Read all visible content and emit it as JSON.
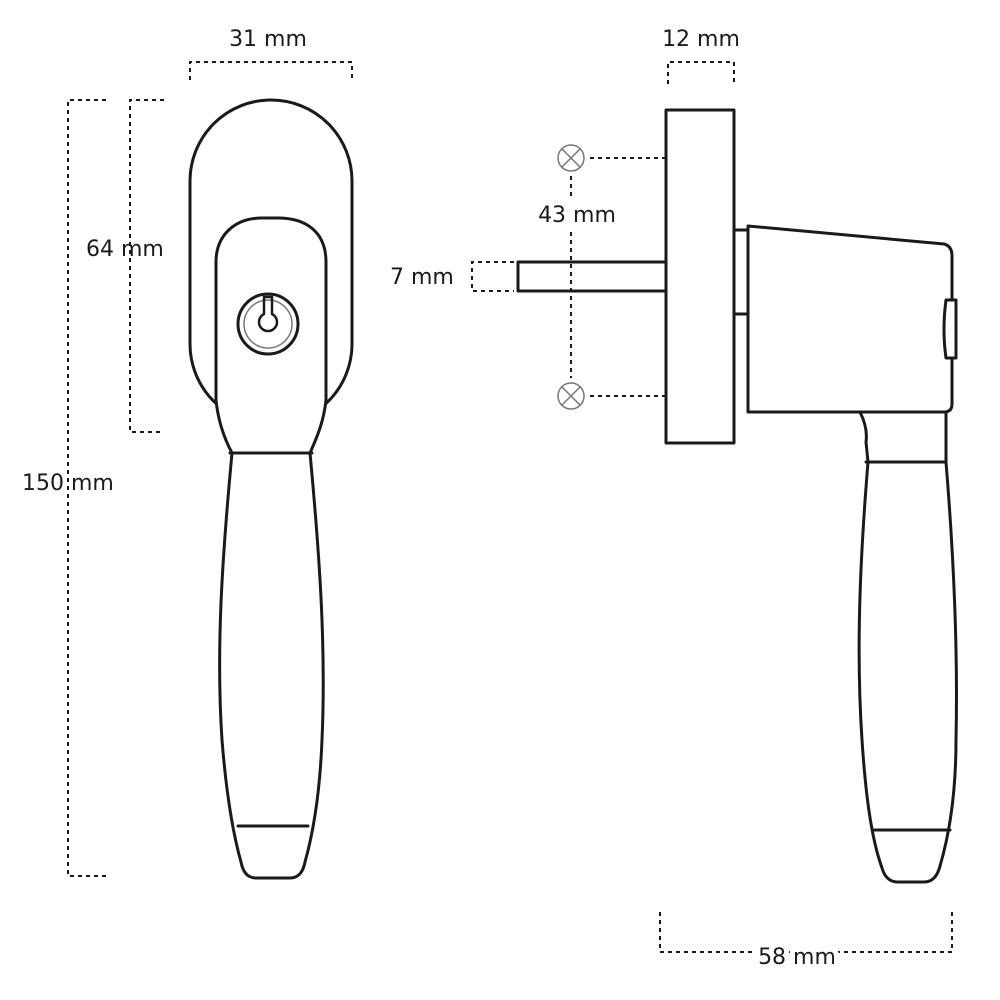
{
  "dimensions": {
    "front_width": "31 mm",
    "front_height_total": "150 mm",
    "rosette_height": "64 mm",
    "rosette_thickness": "12 mm",
    "screw_spacing": "43 mm",
    "spindle_size": "7 mm",
    "projection": "58 mm"
  },
  "colors": {
    "line": "#1a1a1a",
    "background": "#ffffff"
  },
  "icons": {
    "key_cylinder": "keyhole-icon",
    "screw_marker": "crossed-circle-icon"
  }
}
